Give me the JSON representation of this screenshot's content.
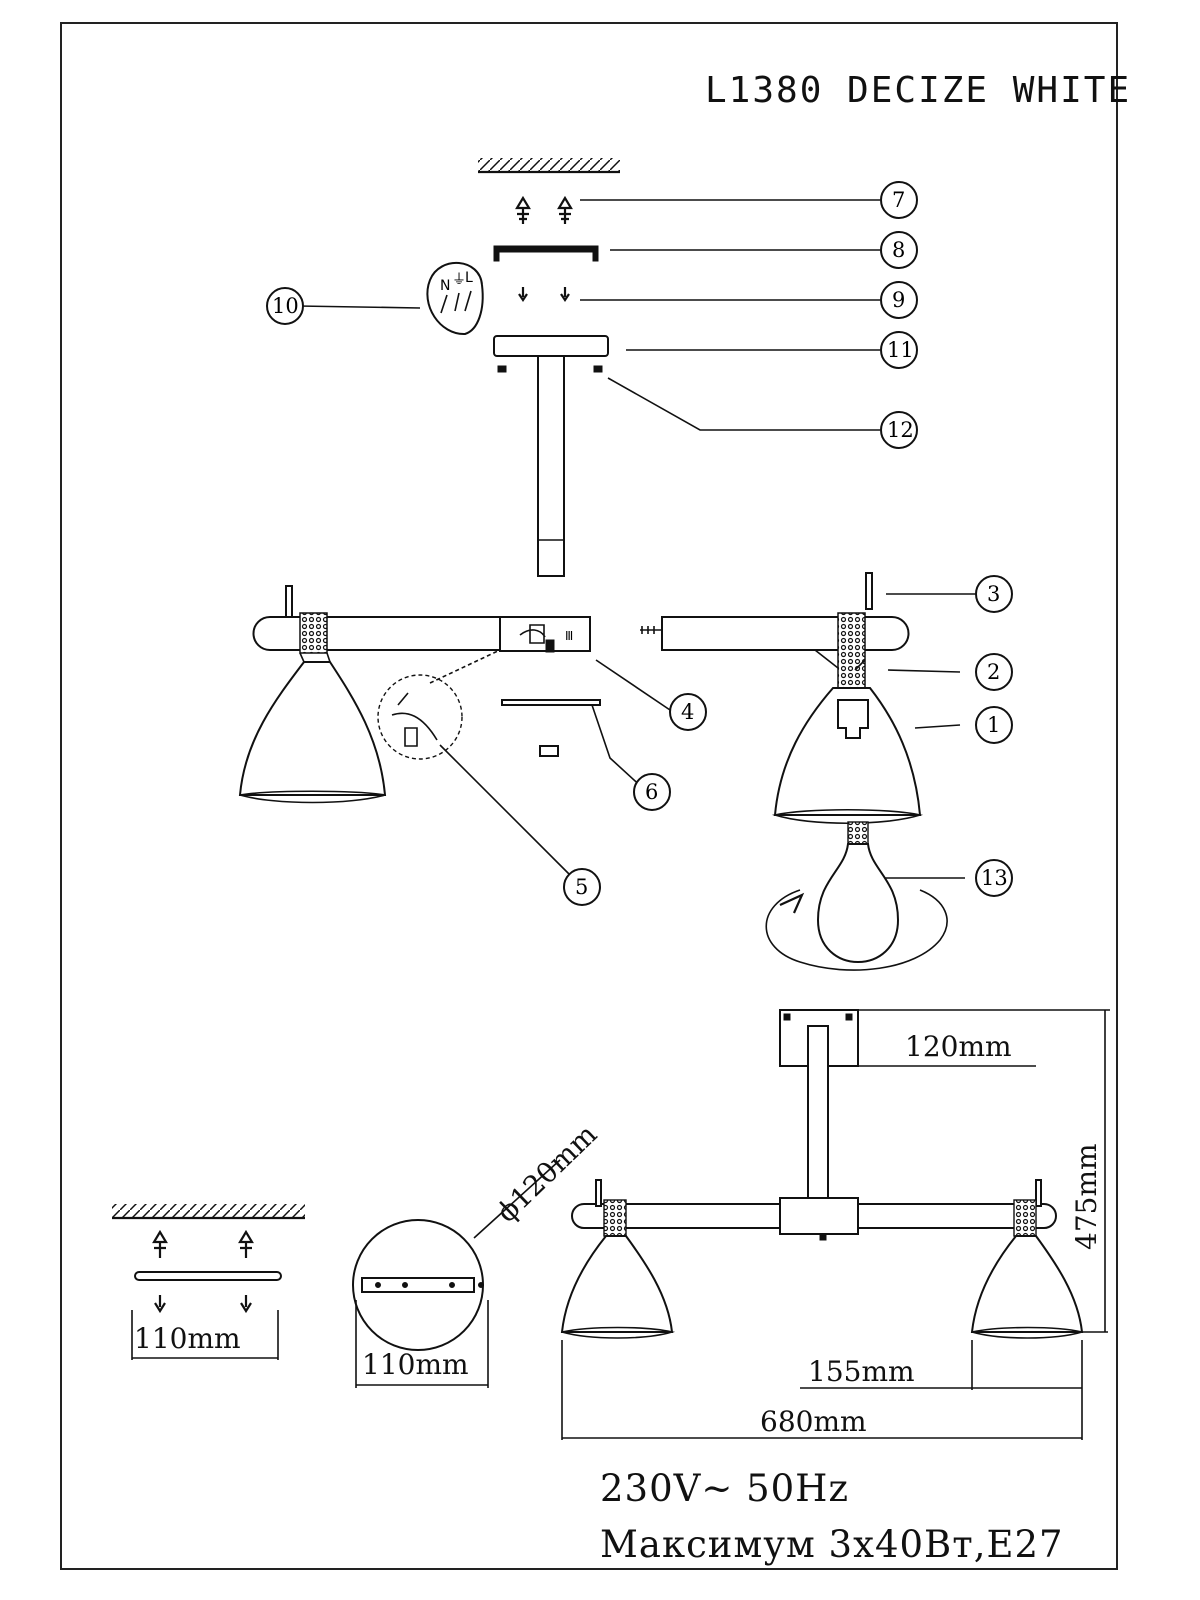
{
  "title": "L1380 DECIZE WHITE",
  "callouts": [
    "1",
    "2",
    "3",
    "4",
    "5",
    "6",
    "7",
    "8",
    "9",
    "10",
    "11",
    "12",
    "13"
  ],
  "terminal_letters": [
    "N",
    "⏚",
    "L"
  ],
  "dimensions": {
    "canopy_width": "120mm",
    "total_height": "475mm",
    "shade_diameter": "155mm",
    "total_width": "680mm",
    "bracket_spacing": "110mm",
    "canopy_diameter": "ϕ120mm",
    "canopy_bracket": "110mm"
  },
  "specs": {
    "voltage": "230V~ 50Hz",
    "maximum": "Максимум 3х40Вт,Е27"
  }
}
